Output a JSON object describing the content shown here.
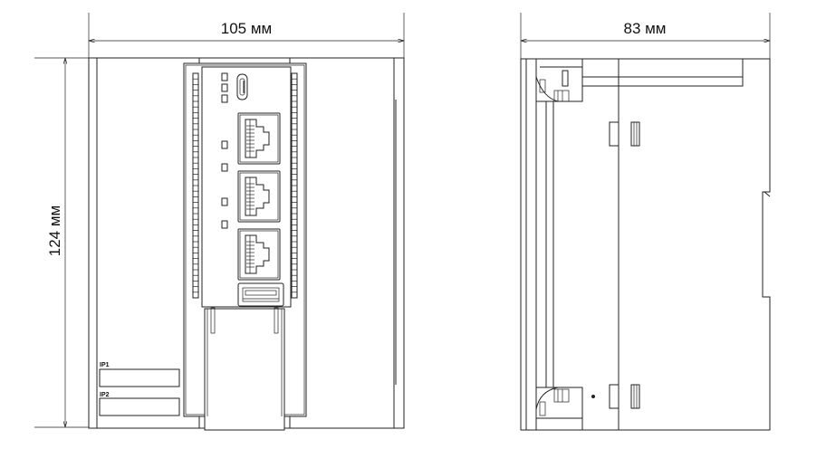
{
  "front_view": {
    "width_label": "105 мм",
    "height_label": "124 мм",
    "ip1_label": "IP1",
    "ip2_label": "IP2",
    "ethernet_ports": 3,
    "led_count": 7
  },
  "side_view": {
    "depth_label": "83 мм"
  }
}
